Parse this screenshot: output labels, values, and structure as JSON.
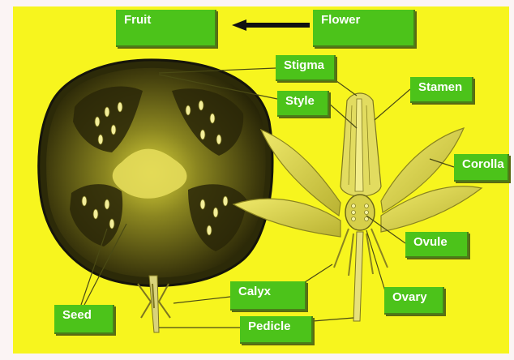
{
  "labels": {
    "fruit": "Fruit",
    "flower": "Flower",
    "stigma": "Stigma",
    "style": "Style",
    "stamen": "Stamen",
    "corolla": "Corolla",
    "ovule": "Ovule",
    "ovary": "Ovary",
    "calyx": "Calyx",
    "pedicle": "Pedicle",
    "seed": "Seed"
  },
  "colors": {
    "background": "#f7f51e",
    "label_fill": "#4cc31a",
    "label_text": "#ffffff",
    "leader_line": "#4a4a14",
    "arrow": "#111111"
  }
}
